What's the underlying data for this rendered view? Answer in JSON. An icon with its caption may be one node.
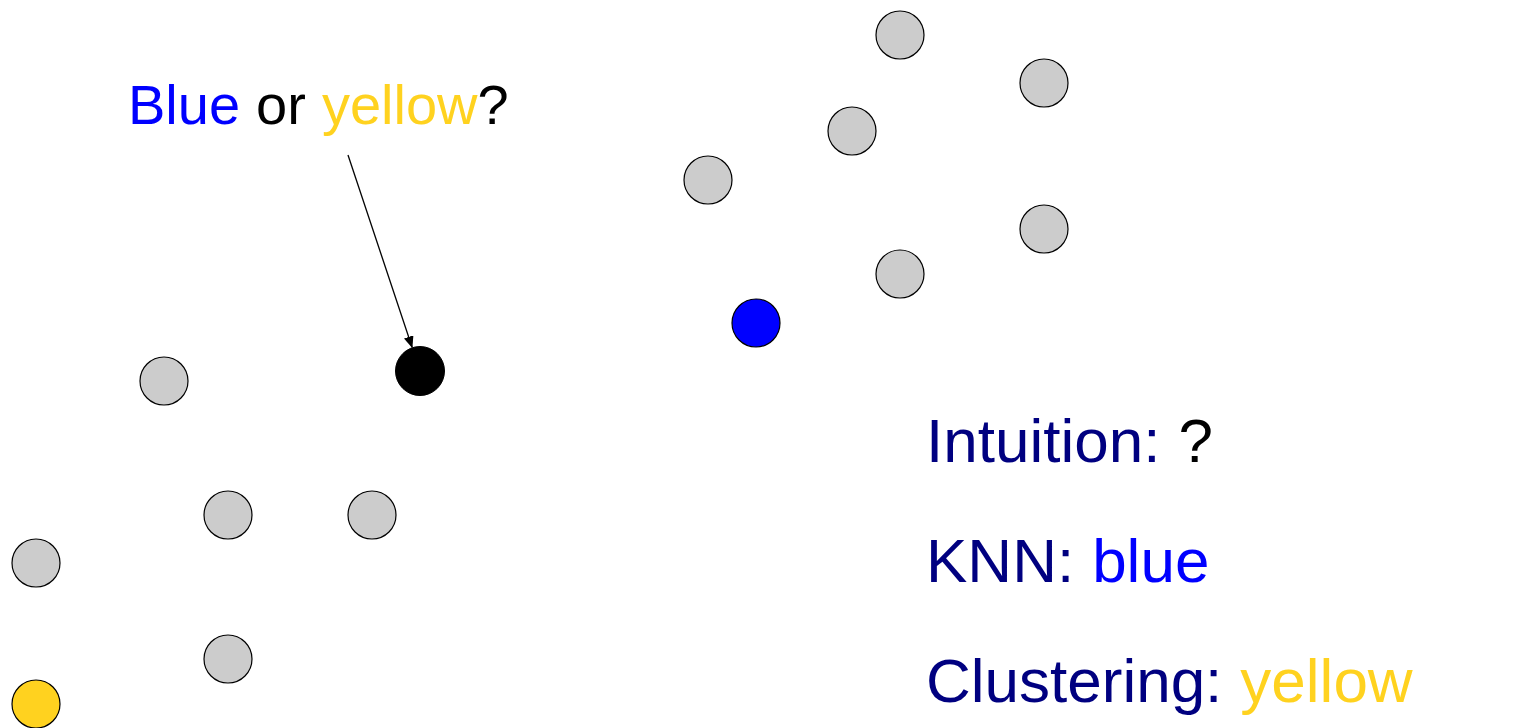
{
  "diagram": {
    "nodes": [
      {
        "text": [
          "Blue",
          "or",
          "yellow",
          "?"
        ]
      },
      {
        "text": [],
        "shape": "circle"
      }
    ],
    "edges": [
      {
        "from": 0,
        "to": 1,
        "arrow": "to"
      }
    ],
    "labels": [
      "Intuition:",
      "?",
      "KNN:",
      "blue",
      "Clustering:",
      "yellow"
    ]
  }
}
